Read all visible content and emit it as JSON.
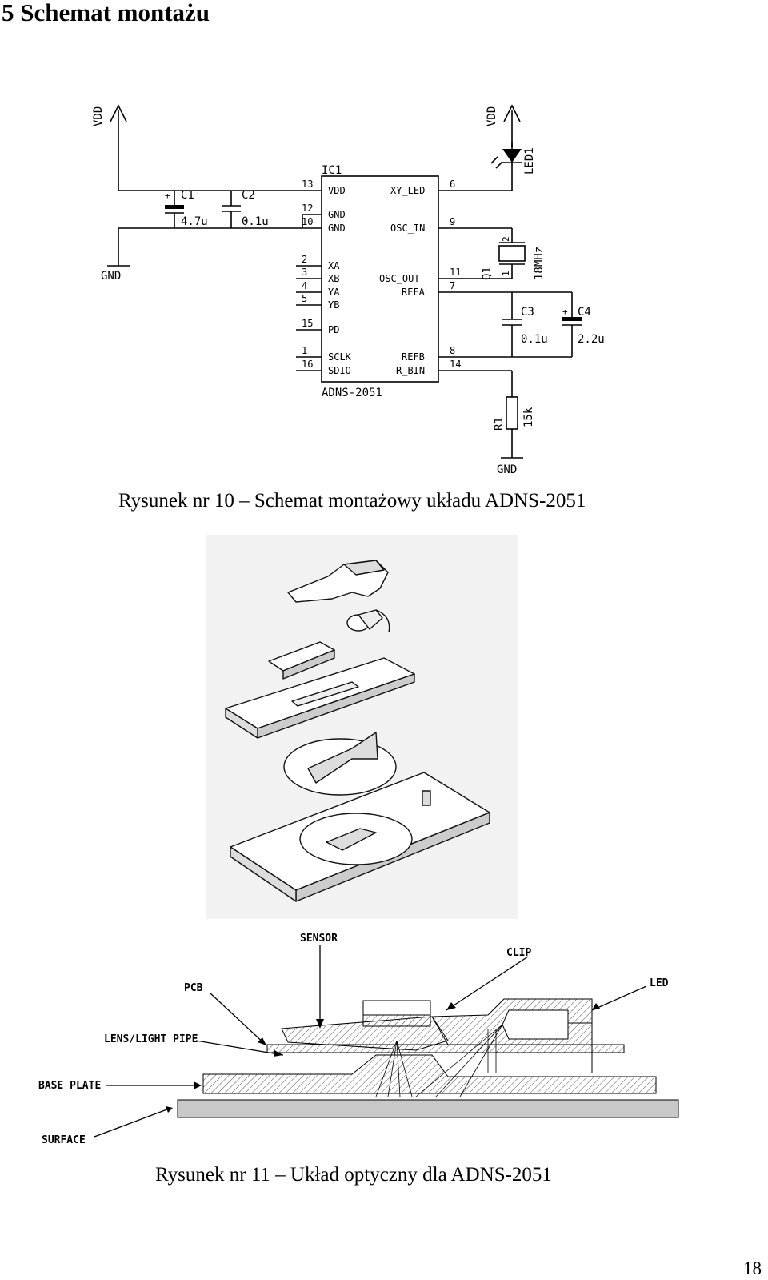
{
  "section_heading": "5  Schemat montażu",
  "schematic": {
    "ic_name": "IC1",
    "ic_part": "ADNS-2051",
    "left_pins": [
      {
        "num": "13",
        "name": "VDD"
      },
      {
        "num": "12",
        "name": "GND"
      },
      {
        "num": "10",
        "name": "GND"
      },
      {
        "num": "2",
        "name": "XA"
      },
      {
        "num": "3",
        "name": "XB"
      },
      {
        "num": "4",
        "name": "YA"
      },
      {
        "num": "5",
        "name": "YB"
      },
      {
        "num": "15",
        "name": "PD"
      },
      {
        "num": "1",
        "name": "SCLK"
      },
      {
        "num": "16",
        "name": "SDIO"
      }
    ],
    "right_pins": [
      {
        "num": "6",
        "name": "XY_LED"
      },
      {
        "num": "9",
        "name": "OSC_IN"
      },
      {
        "num": "11",
        "name": "OSC_OUT"
      },
      {
        "num": "7",
        "name": "REFA"
      },
      {
        "num": "8",
        "name": "REFB"
      },
      {
        "num": "14",
        "name": "R_BIN"
      }
    ],
    "vdd_label": "VDD",
    "gnd_label": "GND",
    "c1": {
      "name": "C1",
      "value": "4.7u"
    },
    "c2": {
      "name": "C2",
      "value": "0.1u"
    },
    "c3": {
      "name": "C3",
      "value": "0.1u"
    },
    "c4": {
      "name": "C4",
      "value": "2.2u"
    },
    "q1": {
      "name": "Q1",
      "value": "18MHz",
      "pin1": "1",
      "pin2": "2"
    },
    "r1": {
      "name": "R1",
      "value": "15k"
    },
    "led1": {
      "name": "LED1"
    },
    "plus": "+"
  },
  "caption1": "Rysunek nr 10 – Schemat montażowy układu ADNS-2051",
  "optics_labels": {
    "sensor": "SENSOR",
    "clip": "CLIP",
    "pcb": "PCB",
    "led": "LED",
    "lens": "LENS/LIGHT PIPE",
    "base": "BASE PLATE",
    "surface": "SURFACE"
  },
  "caption2": "Rysunek nr 11 – Układ optyczny dla ADNS-2051",
  "page_number": "18"
}
